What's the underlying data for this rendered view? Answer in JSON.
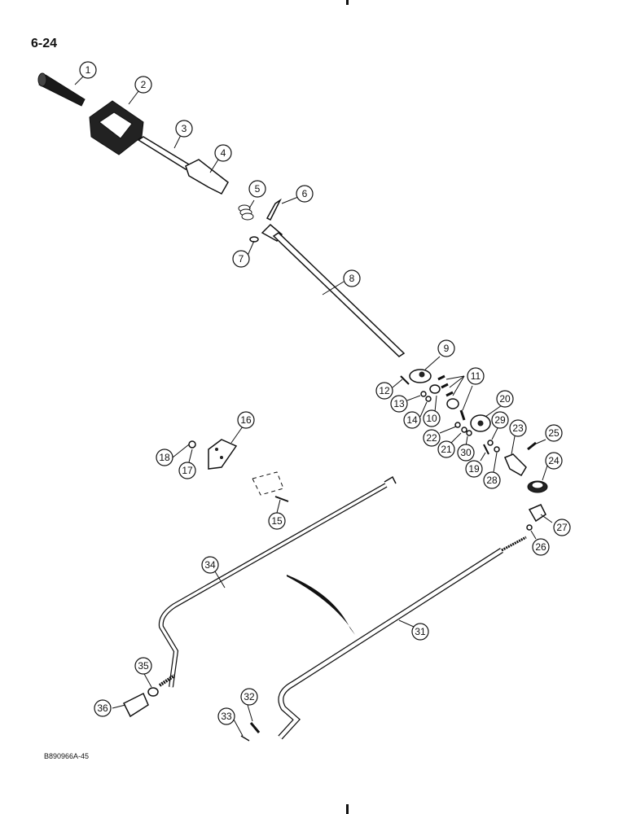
{
  "page_number": "6-24",
  "figure_ref": "B890966A-45",
  "callouts": [
    {
      "id": "c1",
      "text": "1"
    },
    {
      "id": "c2",
      "text": "2"
    },
    {
      "id": "c3",
      "text": "3"
    },
    {
      "id": "c4",
      "text": "4"
    },
    {
      "id": "c5",
      "text": "5"
    },
    {
      "id": "c6",
      "text": "6"
    },
    {
      "id": "c7",
      "text": "7"
    },
    {
      "id": "c8",
      "text": "8"
    },
    {
      "id": "c9",
      "text": "9"
    },
    {
      "id": "c10",
      "text": "10"
    },
    {
      "id": "c11",
      "text": "11"
    },
    {
      "id": "c12",
      "text": "12"
    },
    {
      "id": "c13",
      "text": "13"
    },
    {
      "id": "c14",
      "text": "14"
    },
    {
      "id": "c15",
      "text": "15"
    },
    {
      "id": "c16",
      "text": "16"
    },
    {
      "id": "c17",
      "text": "17"
    },
    {
      "id": "c18",
      "text": "18"
    },
    {
      "id": "c19",
      "text": "19"
    },
    {
      "id": "c20",
      "text": "20"
    },
    {
      "id": "c21",
      "text": "21"
    },
    {
      "id": "c22",
      "text": "22"
    },
    {
      "id": "c23",
      "text": "23"
    },
    {
      "id": "c24",
      "text": "24"
    },
    {
      "id": "c25",
      "text": "25"
    },
    {
      "id": "c26",
      "text": "26"
    },
    {
      "id": "c27",
      "text": "27"
    },
    {
      "id": "c28",
      "text": "28"
    },
    {
      "id": "c29",
      "text": "29"
    },
    {
      "id": "c30",
      "text": "30"
    },
    {
      "id": "c31",
      "text": "31"
    },
    {
      "id": "c32",
      "text": "32"
    },
    {
      "id": "c33",
      "text": "33"
    },
    {
      "id": "c34",
      "text": "34"
    },
    {
      "id": "c35",
      "text": "35"
    },
    {
      "id": "c36",
      "text": "36"
    }
  ]
}
